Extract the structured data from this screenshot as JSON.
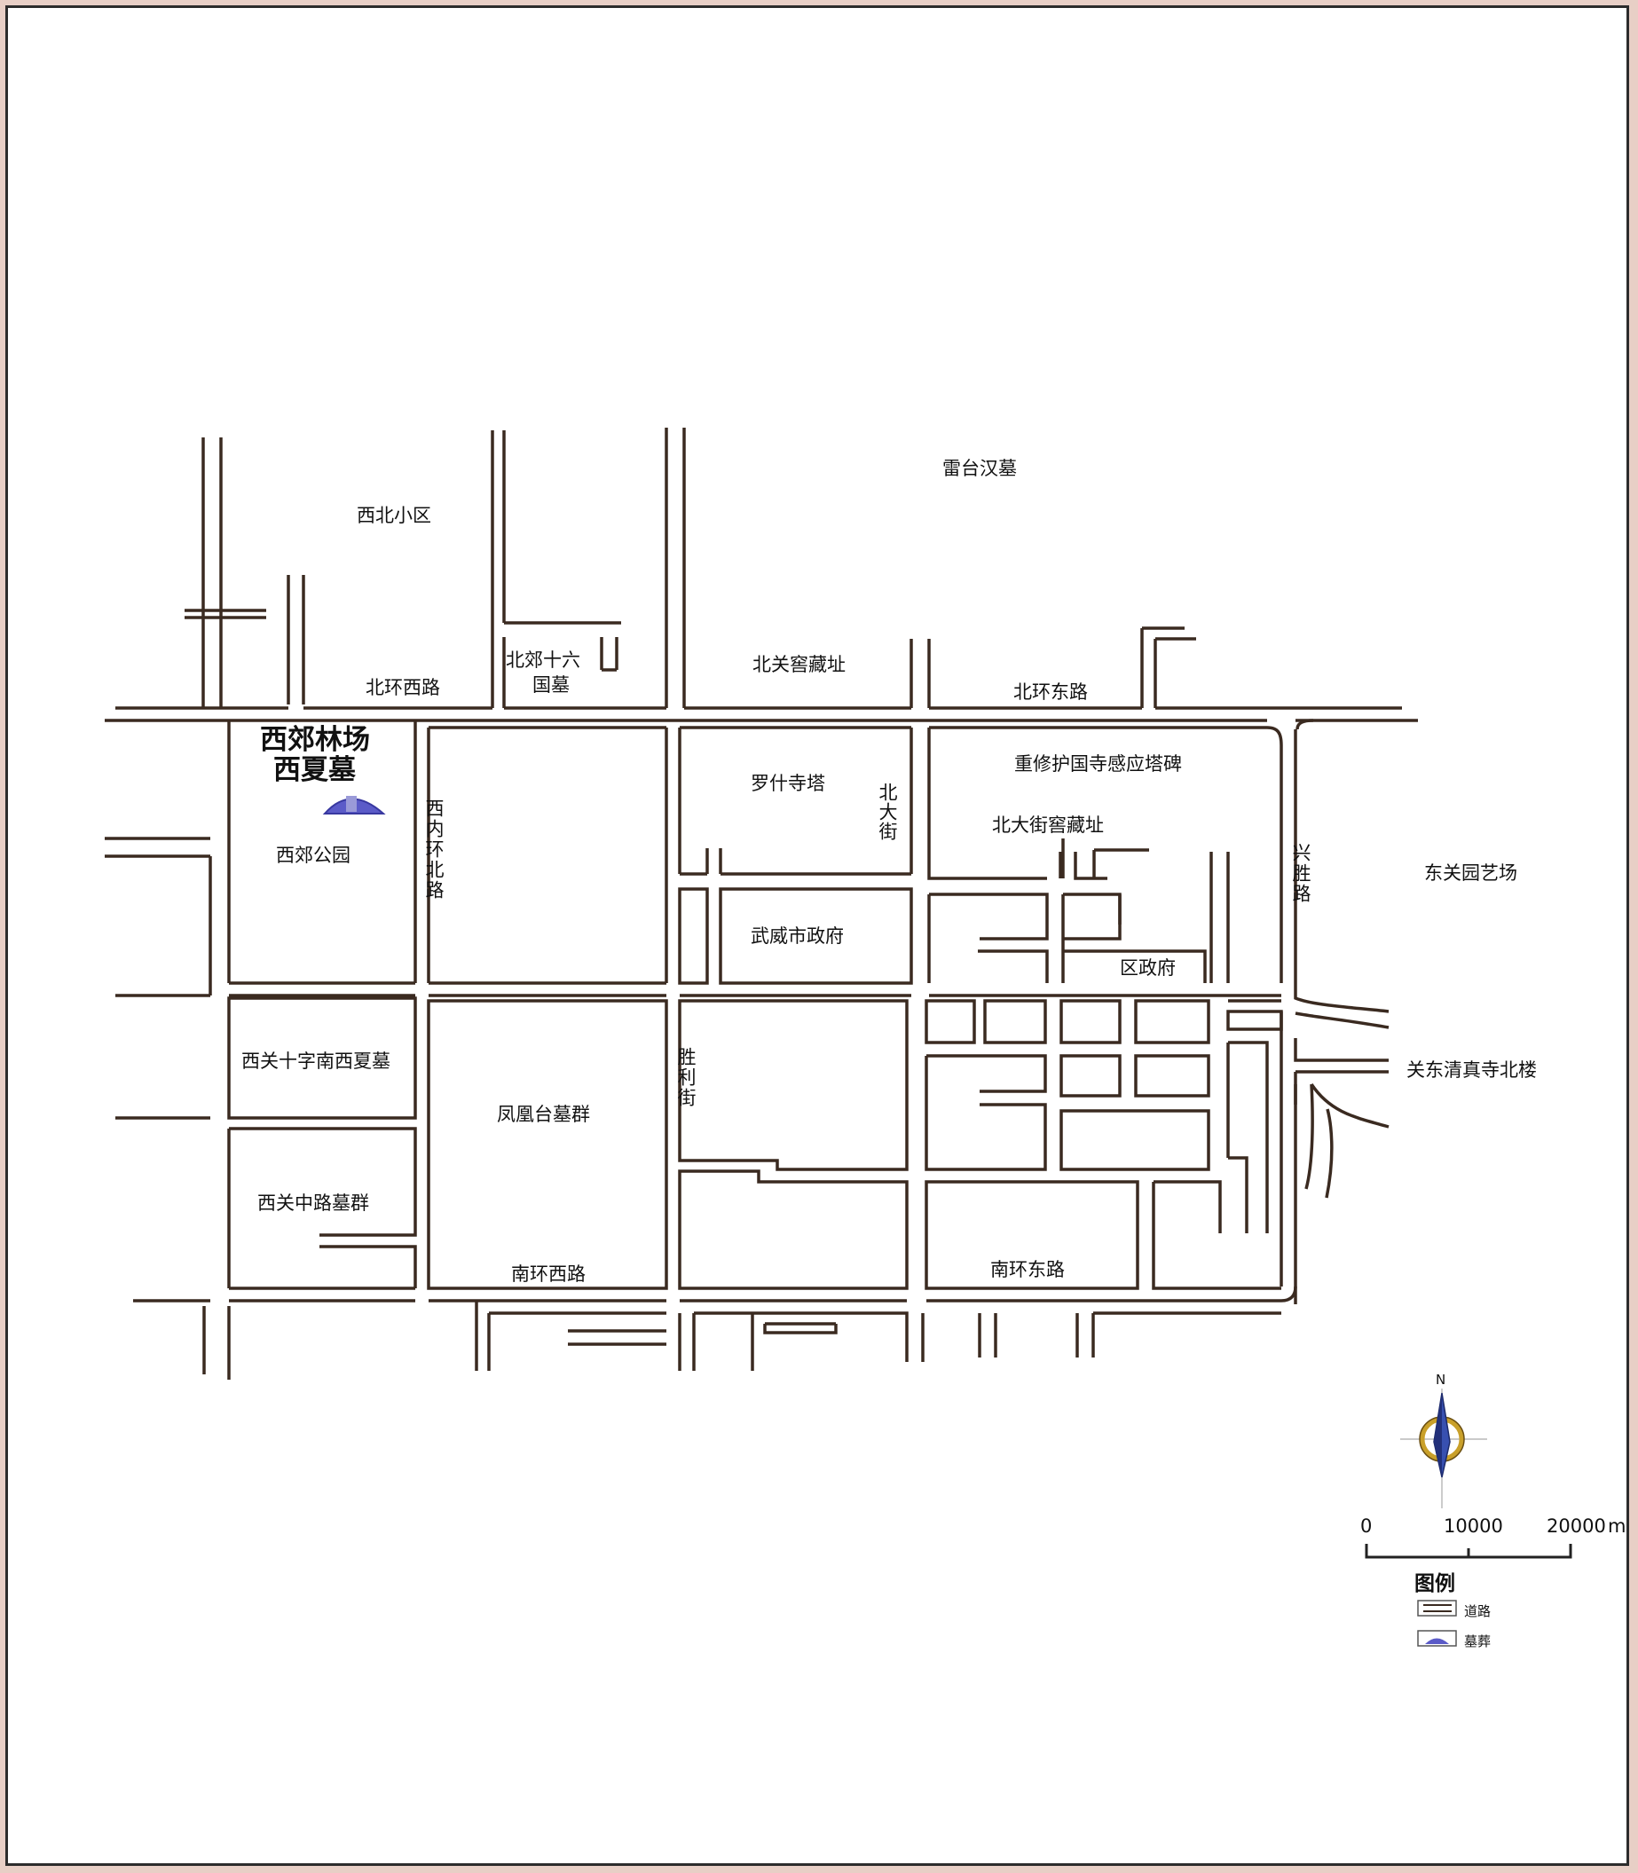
{
  "labels": {
    "xibei_xiaoqu": "西北小区",
    "leitai_hanmu": "雷台汉墓",
    "beijiao16": "北郊十六",
    "guomu": "国墓",
    "beiguan_jiaocang": "北关窖藏址",
    "beihuan_xilu": "北环西路",
    "beihuan_donglu": "北环东路",
    "xijiao_linchang": "西郊林场",
    "xixia_mu": "西夏墓",
    "xijiao_gongyuan": "西郊公园",
    "xinei_huanbeilu": "西内环北路",
    "luoshi_si_ta": "罗什寺塔",
    "beidajie": "北大街",
    "chongxiu_huguosi": "重修护国寺感应塔碑",
    "beidajie_jiaocang": "北大街窖藏址",
    "xingsheng_lu": "兴胜路",
    "dongguan_yuanyichang": "东关园艺场",
    "wuwei_shizhengfu": "武威市政府",
    "qu_zhengfu": "区政府",
    "xiguan_shizi_nan": "西关十字南西夏墓",
    "shengli_jie": "胜利街",
    "guandong_qingzhensi": "关东清真寺北楼",
    "fenghuangtai_muqun": "凤凰台墓群",
    "xiguan_zhonglu_muqun": "西关中路墓群",
    "nanhuan_xilu": "南环西路",
    "nanhuan_donglu": "南环东路"
  },
  "compass": {
    "north": "N"
  },
  "scale": {
    "ticks": [
      "0",
      "10000",
      "20000"
    ],
    "unit": "m"
  },
  "legend": {
    "title": "图例",
    "road": "道路",
    "tomb": "墓葬"
  },
  "colors": {
    "road": "#3a2a20",
    "tomb": "#5b5bc8",
    "compass_gold": "#c9a02a",
    "compass_blue": "#3850b0"
  }
}
